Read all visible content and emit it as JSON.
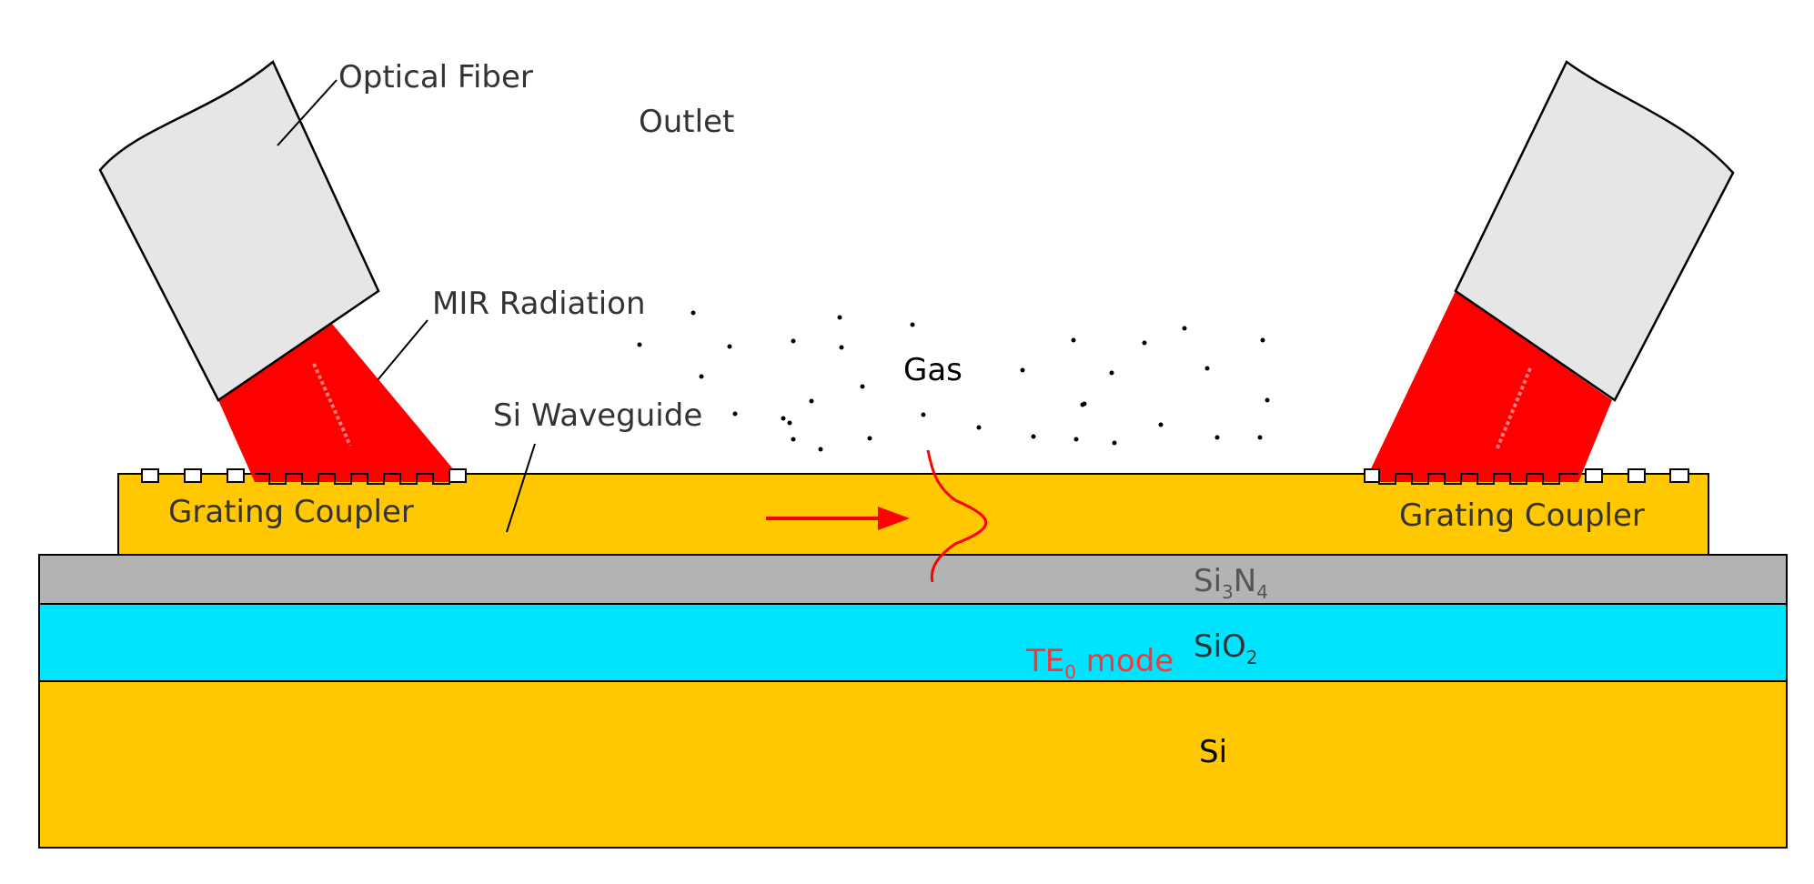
{
  "labels": {
    "optical_fiber": "Optical Fiber",
    "outlet": "Outlet",
    "mir_radiation": "MIR Radiation",
    "si_waveguide": "Si Waveguide",
    "gas": "Gas",
    "grating_coupler_left": "Grating Coupler",
    "grating_coupler_right": "Grating Coupler",
    "si3n4_base": "Si",
    "si3n4_sub1": "3",
    "si3n4_mid": "N",
    "si3n4_sub2": "4",
    "te_mode_base": "TE",
    "te_mode_sub": "0",
    "te_mode_tail": " mode",
    "sio2_base": "SiO",
    "sio2_sub": "2",
    "si": "Si"
  },
  "colors": {
    "silicon": "#FFC800",
    "nitride": "#B3B3B3",
    "oxide": "#00E5FF",
    "fiber": "#E6E6E6",
    "radiation": "#FF0000",
    "mode": "#FF3333",
    "outline": "#000000"
  }
}
